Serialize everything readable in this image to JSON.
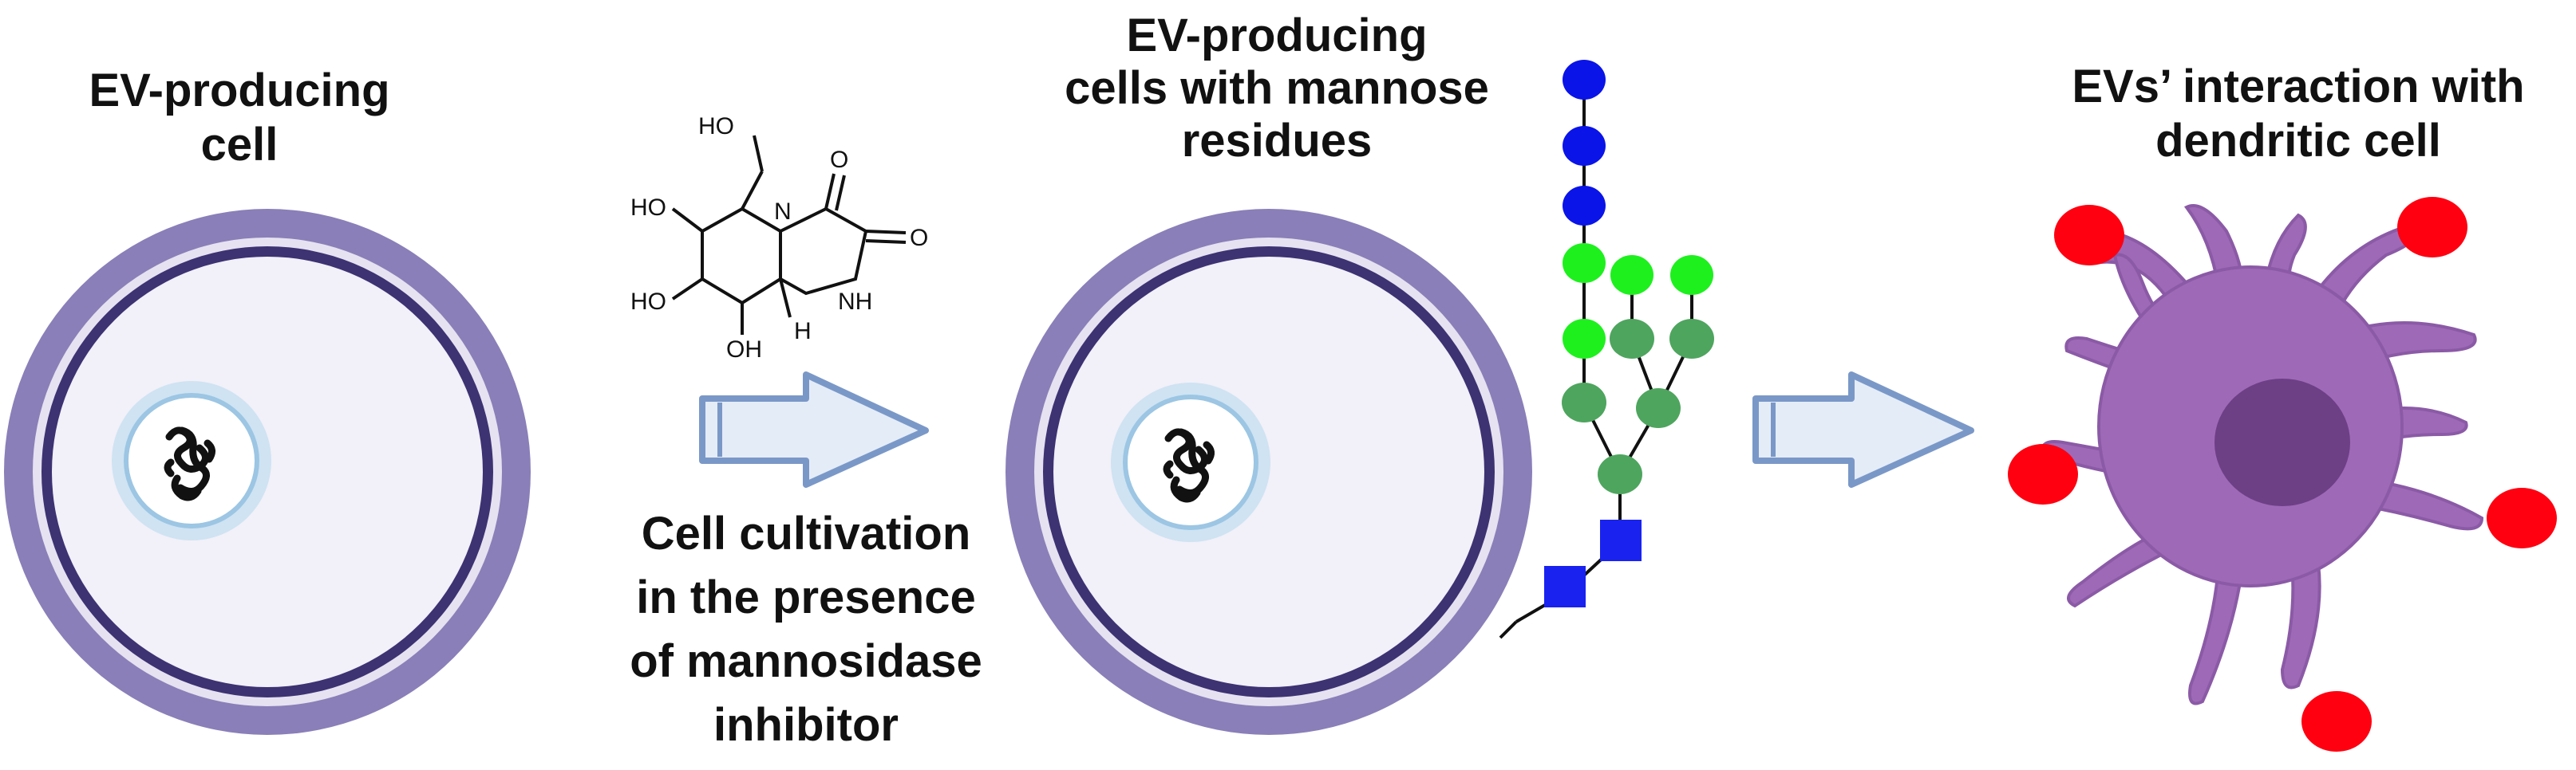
{
  "labels": {
    "cell1": [
      "EV-producing",
      "cell"
    ],
    "cell2": [
      "EV-producing",
      "cells with mannose",
      "residues"
    ],
    "dendritic": [
      "EVs’ interaction with",
      "dendritic cell"
    ],
    "step": [
      "Cell cultivation",
      "in the presence",
      "of mannosidase",
      "inhibitor"
    ]
  },
  "molecule": {
    "atoms": [
      "HO",
      "HO",
      "HO",
      "OH",
      "N",
      "O",
      "O",
      "NH",
      "H"
    ]
  },
  "colors": {
    "membrane_outer": "#8a7fb8",
    "membrane_inner": "#3d3272",
    "cytoplasm": "#f2f0f8",
    "arrow_fill": "#e4ecf7",
    "arrow_stroke": "#7a98c7",
    "mannose_blue": "#0a14e8",
    "mannose_green": "#1ef01e",
    "glycan_green": "#4ea55e",
    "glcnac_blue": "#1a22f0",
    "dc_body": "#9e6ab8",
    "dc_nucleus": "#6d3f85",
    "ev_red": "#ff0010"
  }
}
